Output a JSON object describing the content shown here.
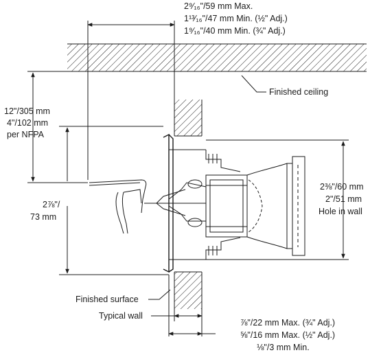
{
  "labels": {
    "top_max": "2⁹⁄₁₆\"/59 mm Max.",
    "top_min_half": "1¹³⁄₁₆\"/47 mm Min. (½\" Adj.)",
    "top_min_three_quarter": "1⁹⁄₁₆\"/40 mm Min. (¾\" Adj.)",
    "finished_ceiling": "Finished ceiling",
    "left_dim_line1": "12\"/305 mm",
    "left_dim_line2": "4\"/102 mm",
    "left_dim_line3": "per NFPA",
    "mid_dim_line1": "2⅞\"/",
    "mid_dim_line2": "73 mm",
    "right_dim_line1": "2⅜\"/60 mm",
    "right_dim_line2": "2\"/51 mm",
    "right_dim_line3": "Hole in wall",
    "finished_surface": "Finished surface",
    "typical_wall": "Typical wall",
    "bottom_max_three_quarter": "⅞\"/22 mm Max. (¾\" Adj.)",
    "bottom_max_half": "⅝\"/16 mm Max. (½\" Adj.)",
    "bottom_min": "⅛\"/3 mm Min."
  }
}
